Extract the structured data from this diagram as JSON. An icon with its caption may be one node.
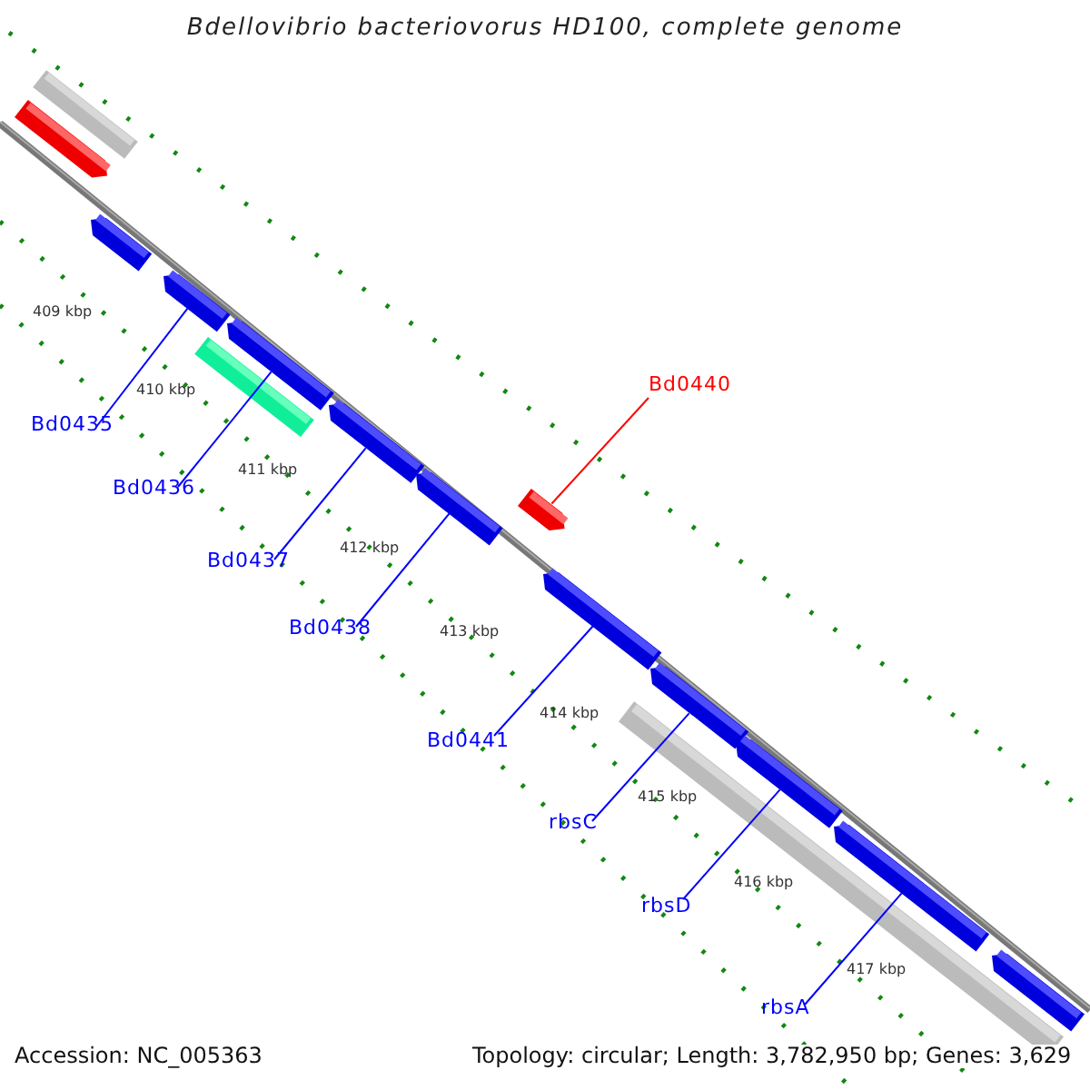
{
  "diagram": {
    "title": "Bdellovibrio bacteriovorus HD100, complete genome",
    "nodes": [
      {
        "text": [
          "Bd0435"
        ]
      },
      {
        "text": [],
        "shape": "box"
      },
      {
        "text": [
          "Bd0436"
        ]
      },
      {
        "text": [],
        "shape": "box"
      },
      {
        "text": [
          "Bd0437"
        ]
      },
      {
        "text": [],
        "shape": "box"
      },
      {
        "text": [
          "Bd0438"
        ]
      },
      {
        "text": [],
        "shape": "box"
      },
      {
        "text": [
          "Bd0440"
        ]
      },
      {
        "text": [],
        "shape": "box"
      },
      {
        "text": [
          "Bd0441"
        ]
      },
      {
        "text": [],
        "shape": "box"
      },
      {
        "text": [
          "rbsC"
        ]
      },
      {
        "text": [],
        "shape": "box"
      },
      {
        "text": [
          "rbsD"
        ]
      },
      {
        "text": [],
        "shape": "box"
      },
      {
        "text": [
          "rbsA"
        ]
      },
      {
        "text": [],
        "shape": "box"
      },
      {
        "text": [],
        "shape": "box"
      },
      {
        "text": [],
        "shape": "box"
      },
      {
        "text": [],
        "shape": "box"
      }
    ],
    "edges": [
      {
        "from": 0,
        "to": 1,
        "arrow": "none"
      },
      {
        "from": 2,
        "to": 3,
        "arrow": "none"
      },
      {
        "from": 4,
        "to": 5,
        "arrow": "none"
      },
      {
        "from": 6,
        "to": 7,
        "arrow": "none"
      },
      {
        "from": 8,
        "to": 9,
        "arrow": "none",
        "color": "#ff0000"
      },
      {
        "from": 10,
        "to": 11,
        "arrow": "none"
      },
      {
        "from": 12,
        "to": 13,
        "arrow": "none"
      },
      {
        "from": 14,
        "to": 15,
        "arrow": "none"
      },
      {
        "from": 16,
        "to": 17,
        "arrow": "none"
      }
    ],
    "labels": [
      "409 kbp",
      "410 kbp",
      "411 kbp",
      "412 kbp",
      "413 kbp",
      "414 kbp",
      "415 kbp",
      "416 kbp",
      "417 kbp",
      "Accession: NC_005363",
      "Topology: circular; Length: 3,782,950 bp; Genes: 3,629"
    ]
  }
}
